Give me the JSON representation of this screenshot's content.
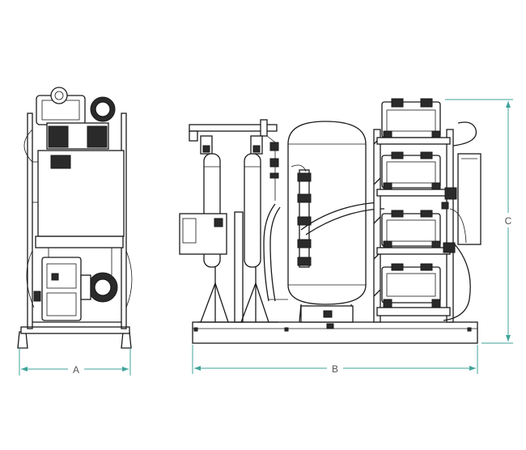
{
  "dimensions": {
    "a_label": "A",
    "b_label": "B",
    "c_label": "C",
    "line_color": "#3fa39a"
  }
}
